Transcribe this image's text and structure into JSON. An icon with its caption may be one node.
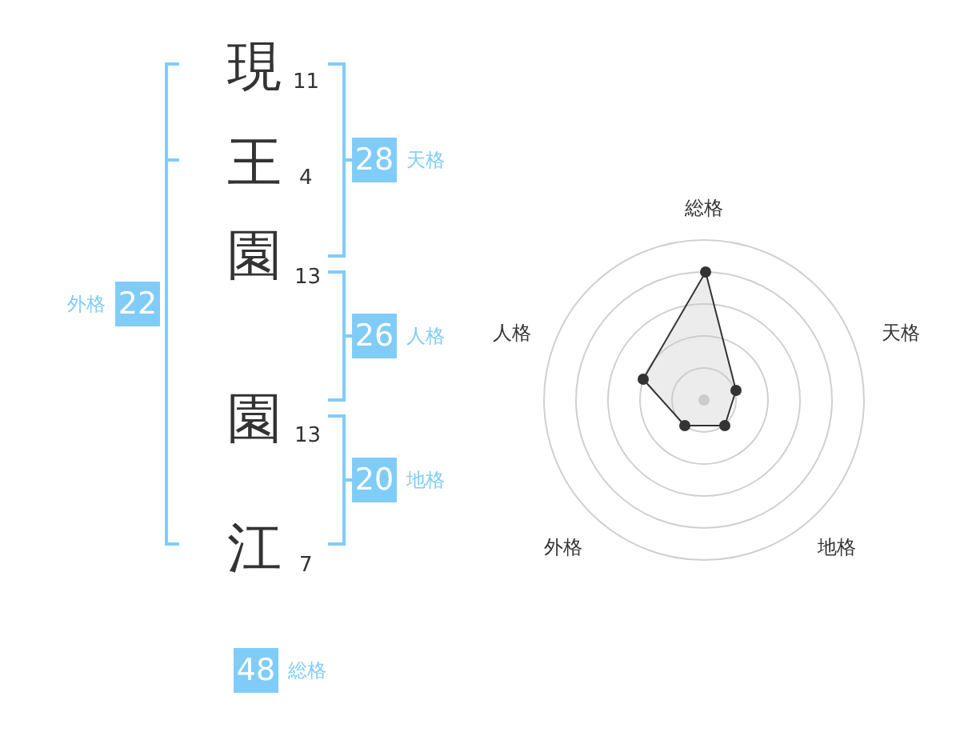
{
  "diagram": {
    "nodes": [
      {
        "text": [
          "22"
        ],
        "beside": [
          "外格"
        ]
      },
      {
        "text": [
          "28"
        ],
        "beside": [
          "天格"
        ]
      },
      {
        "text": [
          "26"
        ],
        "beside": [
          "人格"
        ]
      },
      {
        "text": [
          "20"
        ],
        "beside": [
          "地格"
        ]
      },
      {
        "text": [
          "48"
        ],
        "beside": [
          "総格"
        ]
      }
    ],
    "labels": [
      "現",
      "11",
      "王",
      "4",
      "園",
      "13",
      "園",
      "13",
      "江",
      "7",
      "総格",
      "人格",
      "天格",
      "外格",
      "地格"
    ]
  }
}
